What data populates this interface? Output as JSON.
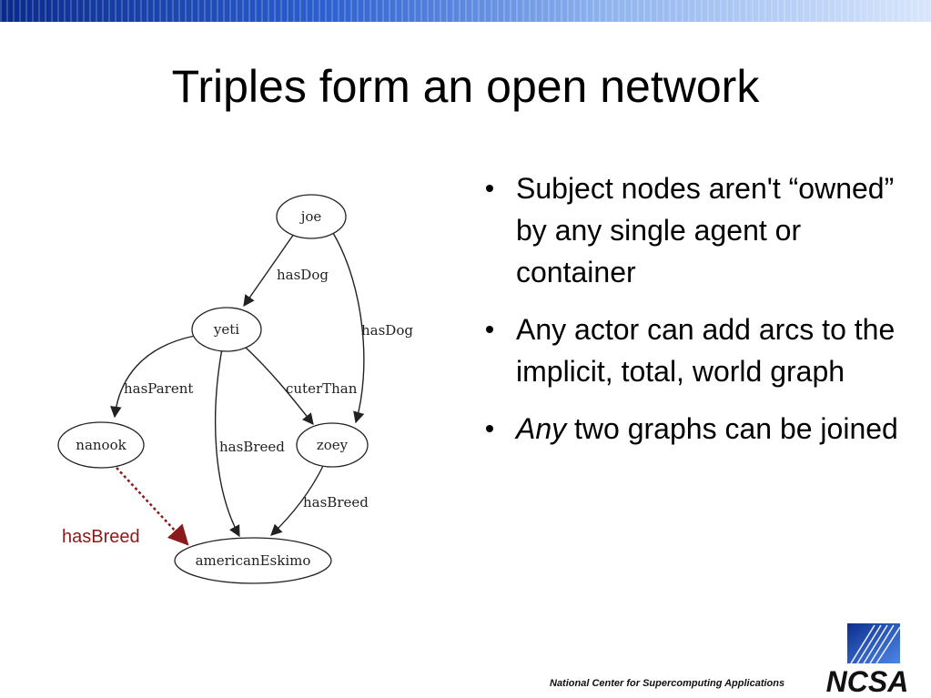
{
  "slide": {
    "title": "Triples form an open network"
  },
  "diagram": {
    "nodes": [
      {
        "id": "joe",
        "label": "joe"
      },
      {
        "id": "yeti",
        "label": "yeti"
      },
      {
        "id": "nanook",
        "label": "nanook"
      },
      {
        "id": "zoey",
        "label": "zoey"
      },
      {
        "id": "americanEskimo",
        "label": "americanEskimo"
      }
    ],
    "edges": [
      {
        "from": "joe",
        "to": "yeti",
        "label": "hasDog"
      },
      {
        "from": "joe",
        "to": "zoey",
        "label": "hasDog"
      },
      {
        "from": "yeti",
        "to": "nanook",
        "label": "hasParent"
      },
      {
        "from": "yeti",
        "to": "zoey",
        "label": "cuterThan"
      },
      {
        "from": "yeti",
        "to": "americanEskimo",
        "label": "hasBreed"
      },
      {
        "from": "zoey",
        "to": "americanEskimo",
        "label": "hasBreed"
      },
      {
        "from": "nanook",
        "to": "americanEskimo",
        "label": "hasBreed",
        "style": "dotted-red",
        "color": "#8b1a1a"
      }
    ]
  },
  "bullets": [
    {
      "emphasis": "",
      "text": "Subject nodes aren't “owned” by any single agent or container"
    },
    {
      "emphasis": "",
      "text": "Any actor can add arcs to the implicit, total, world graph"
    },
    {
      "emphasis": "Any",
      "text": " two graphs can be joined"
    }
  ],
  "footer": {
    "organization": "National Center for Supercomputing Applications",
    "logo_text": "NCSA"
  },
  "colors": {
    "banner": "#2c5fd0",
    "added_edge": "#8b1a1a",
    "logo_blue": "#1d4fb8"
  }
}
